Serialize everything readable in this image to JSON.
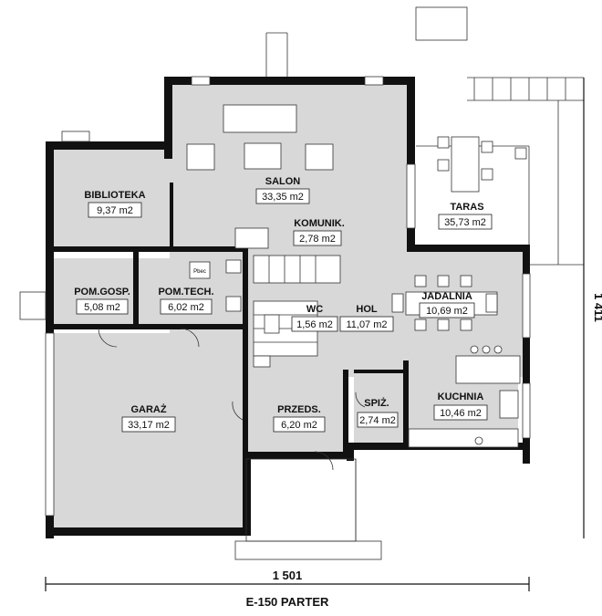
{
  "title": "E-150 PARTER",
  "dimensions": {
    "width_label": "1 501",
    "depth_label": "1 411"
  },
  "rooms": [
    {
      "id": "biblioteka",
      "name": "BIBLIOTEKA",
      "area": "9,37 m2"
    },
    {
      "id": "salon",
      "name": "SALON",
      "area": "33,35 m2"
    },
    {
      "id": "taras",
      "name": "TARAS",
      "area": "35,73 m2"
    },
    {
      "id": "komunik",
      "name": "KOMUNIK.",
      "area": "2,78 m2"
    },
    {
      "id": "pomgosp",
      "name": "POM.GOSP.",
      "area": "5,08 m2"
    },
    {
      "id": "pomtech",
      "name": "POM.TECH.",
      "area": "6,02 m2"
    },
    {
      "id": "jadalnia",
      "name": "JADALNIA",
      "area": "10,69 m2"
    },
    {
      "id": "wc",
      "name": "WC",
      "area": "1,56 m2"
    },
    {
      "id": "hol",
      "name": "HOL",
      "area": "11,07 m2"
    },
    {
      "id": "garaz",
      "name": "GARAŻ",
      "area": "33,17 m2"
    },
    {
      "id": "przeds",
      "name": "PRZEDS.",
      "area": "6,20 m2"
    },
    {
      "id": "spiz",
      "name": "SPIŻ.",
      "area": "2,74 m2"
    },
    {
      "id": "kuchnia",
      "name": "KUCHNIA",
      "area": "10,46 m2"
    }
  ],
  "fixtures": {
    "boiler_label": "Pbec"
  }
}
